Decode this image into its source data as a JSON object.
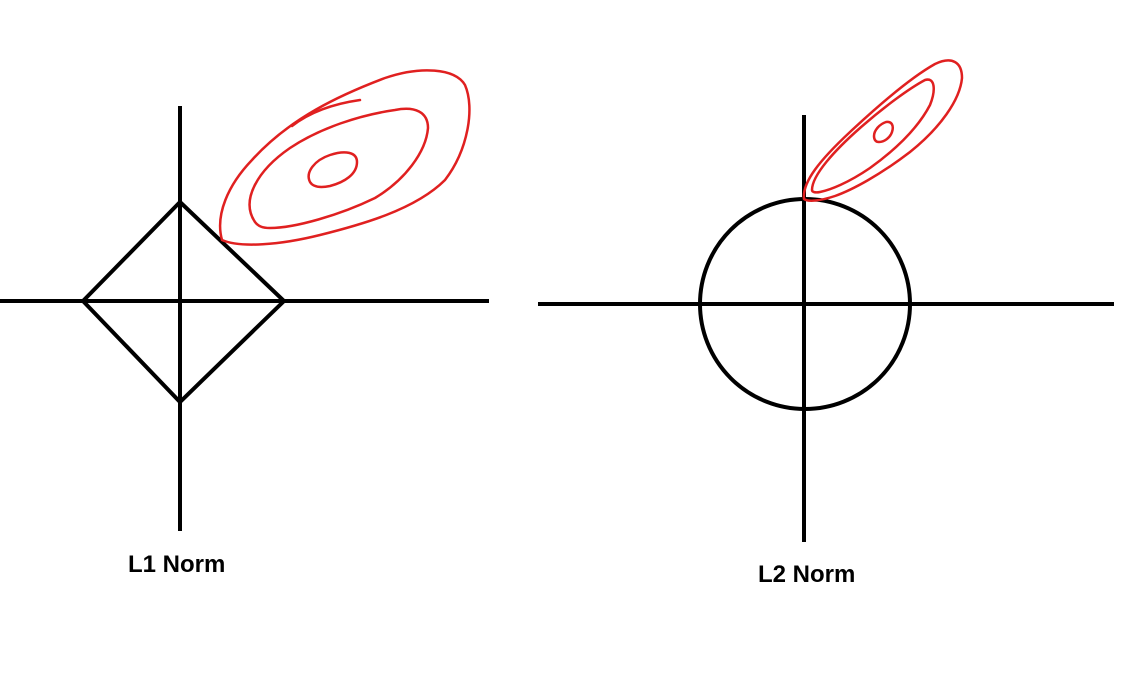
{
  "diagrams": [
    {
      "label": "L1 Norm",
      "constraint_shape": "diamond",
      "contour_color": "#e02020"
    },
    {
      "label": "L2 Norm",
      "constraint_shape": "circle",
      "contour_color": "#e02020"
    }
  ],
  "colors": {
    "axes": "#000000",
    "contours": "#e02020",
    "background": "#ffffff"
  }
}
